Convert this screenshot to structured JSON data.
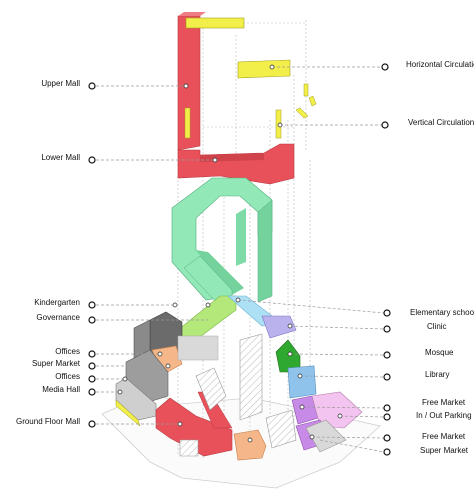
{
  "labels": {
    "upper_mall": "Upper Mall",
    "lower_mall": "Lower Mall",
    "horizontal_circulation": "Horizontal Circulation",
    "vertical_circulation": "Vertical Circulation",
    "kindergarten": "Kindergarten",
    "governance": "Governance",
    "offices_top": "Offices",
    "super_market_left": "Super Market",
    "offices_bottom": "Offices",
    "media_hall": "Media Hall",
    "ground_floor_mall": "Ground Floor Mall",
    "elementary_school": "Elementary school",
    "clinic": "Clinic",
    "mosque": "Mosque",
    "library": "Library",
    "free_market_top": "Free Market",
    "in_out_parking": "In / Out Parking",
    "free_market_bottom": "Free Market",
    "super_market_right": "Super Market"
  },
  "colors": {
    "mall_red": "#e8515a",
    "circulation_yellow": "#f2ef4a",
    "green_mint": "#93e8b8",
    "lime": "#b4e87a",
    "cyan": "#aee0f5",
    "lavender": "#b9b2ec",
    "dark_grey": "#6b6b6b",
    "mid_grey": "#9d9d9d",
    "orange": "#f5b78a",
    "mosque_green": "#2fa82f",
    "library_blue": "#8fc3ec",
    "purple": "#c78ae6",
    "pink": "#f3c4ef",
    "grey_light": "#d9d9d9"
  }
}
